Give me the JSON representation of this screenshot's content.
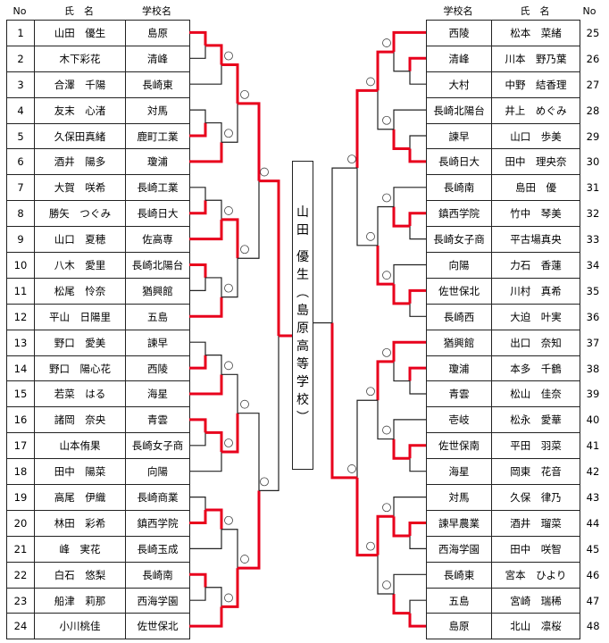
{
  "headers": {
    "no": "No",
    "name": "氏　名",
    "school": "学校名"
  },
  "champion": {
    "name": [
      "山",
      "田",
      "",
      "優",
      "生"
    ],
    "school": [
      "︵",
      "島",
      "原",
      "高",
      "等",
      "学",
      "校",
      "︶"
    ]
  },
  "colors": {
    "win": "#e8001c",
    "line": "#222222"
  },
  "left": [
    {
      "no": "1",
      "name": "山田　優生",
      "school": "島原"
    },
    {
      "no": "2",
      "name": "木下彩花",
      "school": "清峰"
    },
    {
      "no": "3",
      "name": "合澤　千陽",
      "school": "長崎東"
    },
    {
      "no": "4",
      "name": "友末　心渚",
      "school": "対馬"
    },
    {
      "no": "5",
      "name": "久保田真緒",
      "school": "鹿町工業"
    },
    {
      "no": "6",
      "name": "酒井　陽多",
      "school": "瓊浦"
    },
    {
      "no": "7",
      "name": "大賀　咲希",
      "school": "長崎工業"
    },
    {
      "no": "8",
      "name": "勝矢　つぐみ",
      "school": "長崎日大"
    },
    {
      "no": "9",
      "name": "山口　夏穂",
      "school": "佐高専"
    },
    {
      "no": "10",
      "name": "八木　愛里",
      "school": "長崎北陽台"
    },
    {
      "no": "11",
      "name": "松尾　怜奈",
      "school": "猶興館"
    },
    {
      "no": "12",
      "name": "平山　日陽里",
      "school": "五島"
    },
    {
      "no": "13",
      "name": "野口　愛美",
      "school": "諫早"
    },
    {
      "no": "14",
      "name": "野口　陽心花",
      "school": "西陵"
    },
    {
      "no": "15",
      "name": "若菜　はる",
      "school": "海星"
    },
    {
      "no": "16",
      "name": "諸岡　奈央",
      "school": "青雲"
    },
    {
      "no": "17",
      "name": "山本侑果",
      "school": "長崎女子商"
    },
    {
      "no": "18",
      "name": "田中　陽菜",
      "school": "向陽"
    },
    {
      "no": "19",
      "name": "高尾　伊織",
      "school": "長崎商業"
    },
    {
      "no": "20",
      "name": "林田　彩希",
      "school": "鎮西学院"
    },
    {
      "no": "21",
      "name": "峰　実花",
      "school": "長崎玉成"
    },
    {
      "no": "22",
      "name": "白石　悠梨",
      "school": "長崎南"
    },
    {
      "no": "23",
      "name": "船津　莉那",
      "school": "西海学園"
    },
    {
      "no": "24",
      "name": "小川桃佳",
      "school": "佐世保北"
    }
  ],
  "right": [
    {
      "no": "25",
      "name": "松本　菜緒",
      "school": "西陵"
    },
    {
      "no": "26",
      "name": "川本　野乃葉",
      "school": "清峰"
    },
    {
      "no": "27",
      "name": "中野　結香理",
      "school": "大村"
    },
    {
      "no": "28",
      "name": "井上　めぐみ",
      "school": "長崎北陽台"
    },
    {
      "no": "29",
      "name": "山口　歩美",
      "school": "諫早"
    },
    {
      "no": "30",
      "name": "田中　理央奈",
      "school": "長崎日大"
    },
    {
      "no": "31",
      "name": "島田　優",
      "school": "長崎南"
    },
    {
      "no": "32",
      "name": "竹中　琴美",
      "school": "鎮西学院"
    },
    {
      "no": "33",
      "name": "平古場真央",
      "school": "長崎女子商"
    },
    {
      "no": "34",
      "name": "力石　香蓮",
      "school": "向陽"
    },
    {
      "no": "35",
      "name": "川村　真希",
      "school": "佐世保北"
    },
    {
      "no": "36",
      "name": "大迫　叶実",
      "school": "長崎西"
    },
    {
      "no": "37",
      "name": "出口　奈知",
      "school": "猶興館"
    },
    {
      "no": "38",
      "name": "本多　千鶴",
      "school": "瓊浦"
    },
    {
      "no": "39",
      "name": "松山　佳奈",
      "school": "青雲"
    },
    {
      "no": "40",
      "name": "松永　愛華",
      "school": "壱岐"
    },
    {
      "no": "41",
      "name": "平田　羽菜",
      "school": "佐世保南"
    },
    {
      "no": "42",
      "name": "岡東　花音",
      "school": "海星"
    },
    {
      "no": "43",
      "name": "久保　律乃",
      "school": "対馬"
    },
    {
      "no": "44",
      "name": "酒井　瑠菜",
      "school": "諫早農業"
    },
    {
      "no": "45",
      "name": "田中　咲智",
      "school": "西海学園"
    },
    {
      "no": "46",
      "name": "宮本　ひより",
      "school": "長崎東"
    },
    {
      "no": "47",
      "name": "宮崎　瑞稀",
      "school": "五島"
    },
    {
      "no": "48",
      "name": "北山　凛桜",
      "school": "島原"
    }
  ]
}
